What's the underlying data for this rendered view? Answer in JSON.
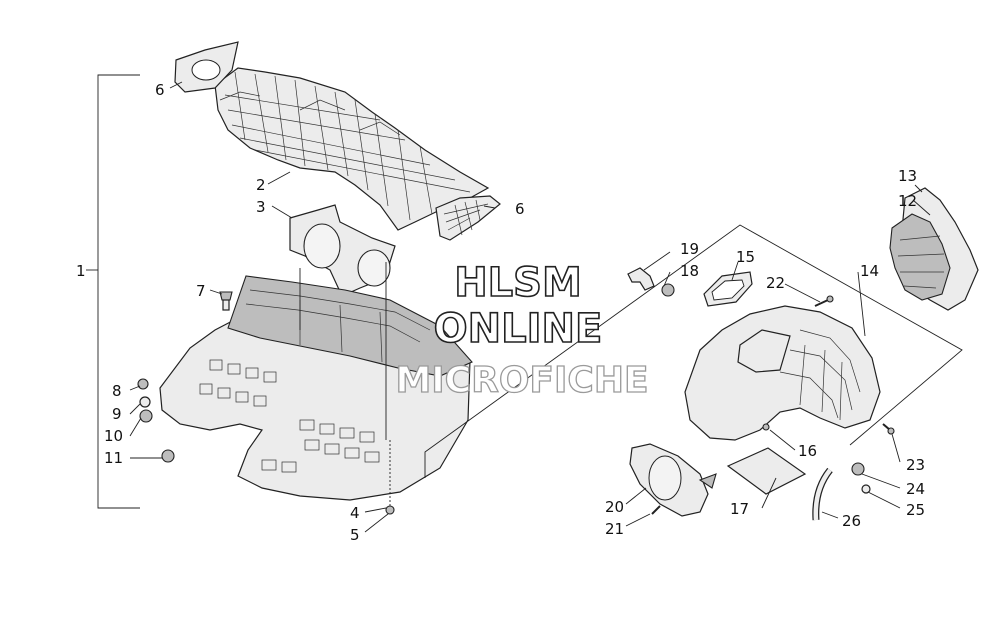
{
  "watermark": {
    "line1": "HLSM",
    "line2": "ONLINE",
    "line3": "MICROFICHE"
  },
  "callouts": [
    {
      "id": "c1",
      "text": "1"
    },
    {
      "id": "c2",
      "text": "2"
    },
    {
      "id": "c3",
      "text": "3"
    },
    {
      "id": "c4",
      "text": "4"
    },
    {
      "id": "c5",
      "text": "5"
    },
    {
      "id": "c6a",
      "text": "6"
    },
    {
      "id": "c6b",
      "text": "6"
    },
    {
      "id": "c7",
      "text": "7"
    },
    {
      "id": "c8",
      "text": "8"
    },
    {
      "id": "c9",
      "text": "9"
    },
    {
      "id": "c10",
      "text": "10"
    },
    {
      "id": "c11",
      "text": "11"
    },
    {
      "id": "c12",
      "text": "12"
    },
    {
      "id": "c13",
      "text": "13"
    },
    {
      "id": "c14",
      "text": "14"
    },
    {
      "id": "c15",
      "text": "15"
    },
    {
      "id": "c16",
      "text": "16"
    },
    {
      "id": "c17",
      "text": "17"
    },
    {
      "id": "c18",
      "text": "18"
    },
    {
      "id": "c19",
      "text": "19"
    },
    {
      "id": "c20",
      "text": "20"
    },
    {
      "id": "c21",
      "text": "21"
    },
    {
      "id": "c22",
      "text": "22"
    },
    {
      "id": "c23",
      "text": "23"
    },
    {
      "id": "c24",
      "text": "24"
    },
    {
      "id": "c25",
      "text": "25"
    },
    {
      "id": "c26",
      "text": "26"
    }
  ]
}
